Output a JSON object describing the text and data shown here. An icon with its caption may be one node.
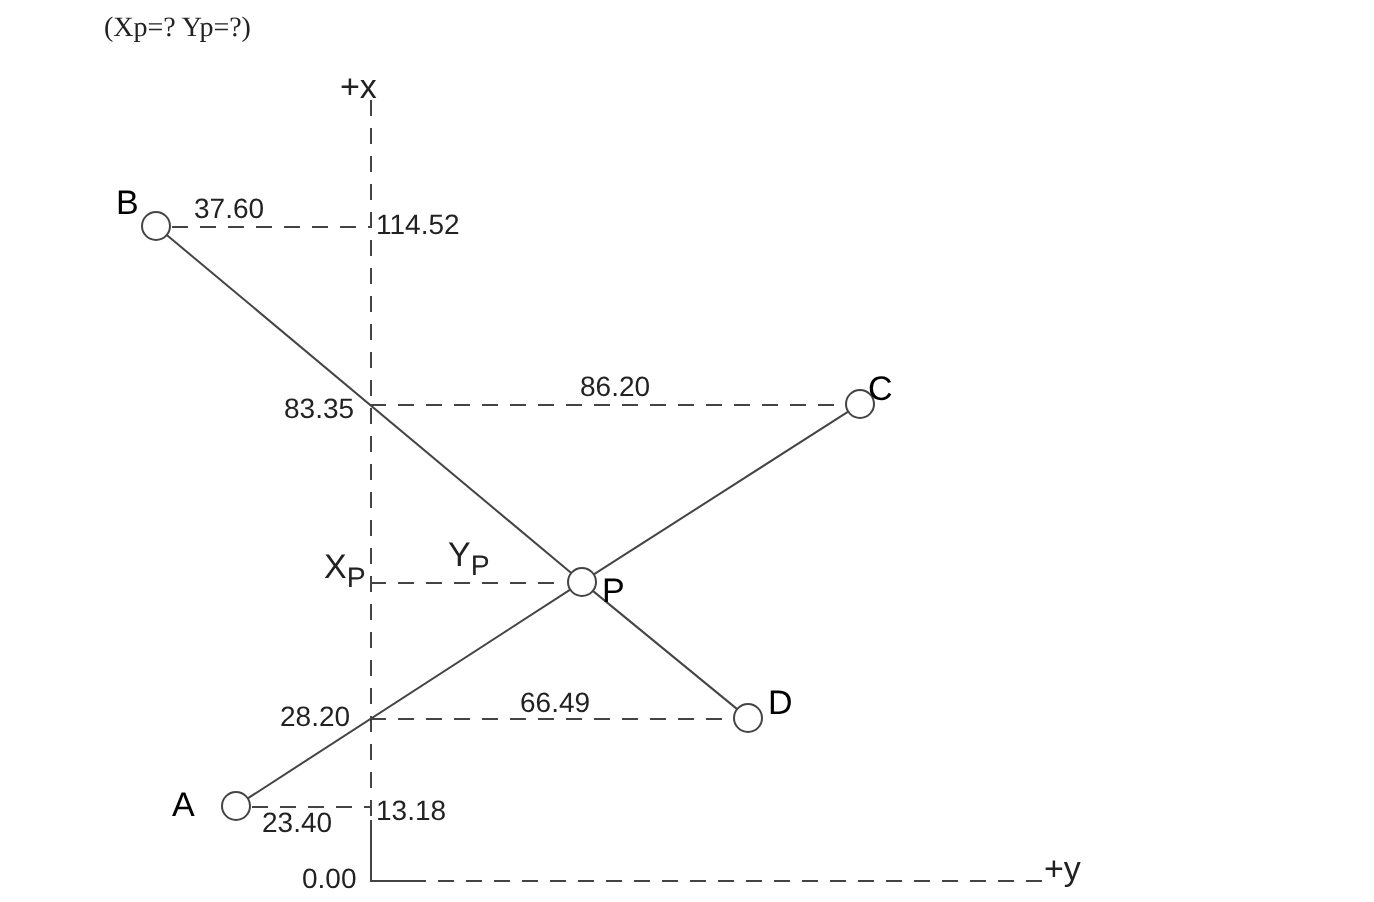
{
  "diagram": {
    "title": "(Xp=? Yp=?)",
    "nodes": [
      {
        "text": [],
        "shape": "circle",
        "beside": [
          "B"
        ]
      },
      {
        "text": [],
        "shape": "circle",
        "beside": [
          "C"
        ]
      },
      {
        "text": [],
        "shape": "circle",
        "beside": [
          "P"
        ]
      },
      {
        "text": [],
        "shape": "circle",
        "beside": [
          "D"
        ]
      },
      {
        "text": [],
        "shape": "circle",
        "beside": [
          "A"
        ]
      }
    ],
    "edges": [
      {
        "from": 0,
        "to": 2,
        "arrow": "none"
      },
      {
        "from": 2,
        "to": 3,
        "arrow": "none"
      },
      {
        "from": 4,
        "to": 2,
        "arrow": "none"
      },
      {
        "from": 2,
        "to": 1,
        "arrow": "none"
      }
    ],
    "labels": [
      "+x",
      "37.60",
      "114.52",
      "83.35",
      "86.20",
      "X$_{P}$",
      "Y$_{P}$",
      "28.20",
      "66.49",
      "23.40",
      "13.18",
      "0.00",
      "+y"
    ]
  }
}
